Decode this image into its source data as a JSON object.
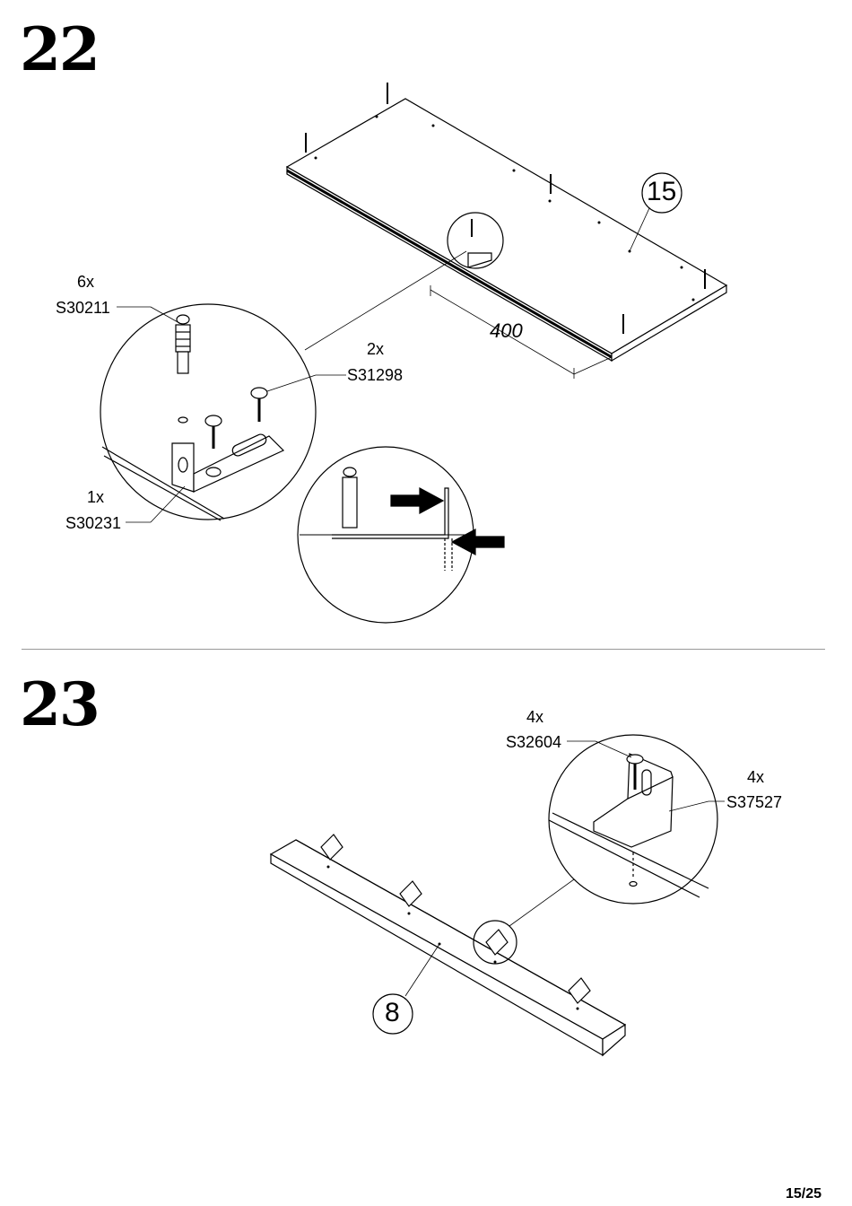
{
  "steps": [
    {
      "number": "22",
      "part_number": "15",
      "dimension": "400",
      "hardware": [
        {
          "qty": "6x",
          "code": "S30211"
        },
        {
          "qty": "2x",
          "code": "S31298"
        },
        {
          "qty": "1x",
          "code": "S30231"
        }
      ]
    },
    {
      "number": "23",
      "part_number": "8",
      "hardware": [
        {
          "qty": "4x",
          "code": "S32604"
        },
        {
          "qty": "4x",
          "code": "S37527"
        }
      ]
    }
  ],
  "page": "15/25"
}
